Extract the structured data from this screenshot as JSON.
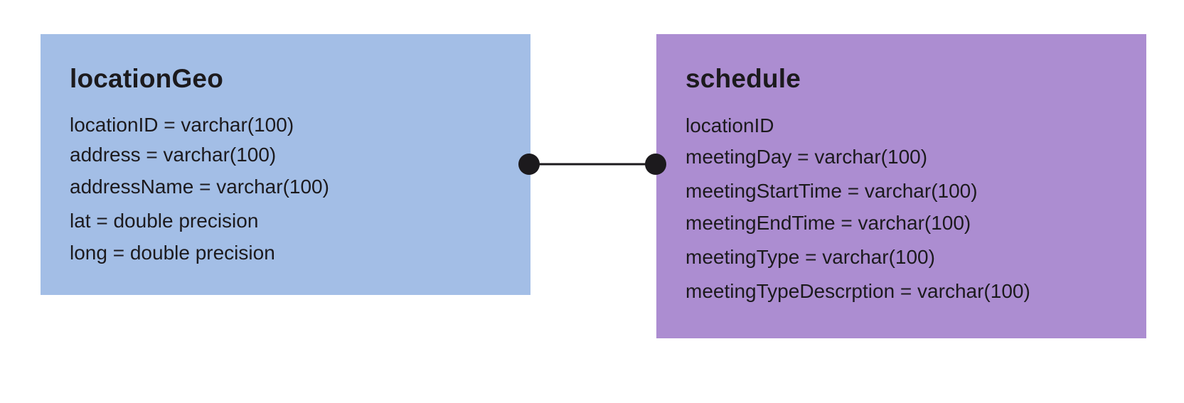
{
  "colors": {
    "location_fill": "#a3bee6",
    "schedule_fill": "#ac8dd1",
    "text": "#1c1a1d",
    "connector": "#1c1a1d"
  },
  "tables": {
    "locationGeo": {
      "title": "locationGeo",
      "fields": [
        "locationID = varchar(100)",
        "address = varchar(100)",
        "addressName = varchar(100)",
        "lat = double precision",
        "long = double precision"
      ]
    },
    "schedule": {
      "title": "schedule",
      "fields": [
        "locationID",
        "meetingDay = varchar(100)",
        "meetingStartTime = varchar(100)",
        "meetingEndTime = varchar(100)",
        "meetingType = varchar(100)",
        "meetingTypeDescrption = varchar(100)"
      ]
    }
  },
  "relationship": {
    "from": "locationGeo",
    "to": "schedule",
    "end_markers": "filled-circle"
  }
}
